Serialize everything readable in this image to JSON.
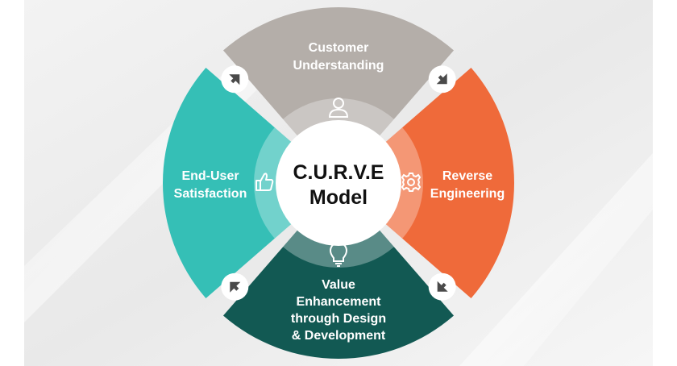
{
  "center": {
    "line1": "C.U.R.V.E",
    "line2": "Model"
  },
  "segments": {
    "top": {
      "line1": "Customer",
      "line2": "Understanding",
      "color": "#b4aea9",
      "icon": "user-icon"
    },
    "right": {
      "line1": "Reverse",
      "line2": "Engineering",
      "color": "#ef6a3a",
      "icon": "gear-icon"
    },
    "bottom": {
      "line1": "Value",
      "line2": "Enhancement",
      "line3": "through Design",
      "line4": "& Development",
      "color": "#125953",
      "icon": "lightbulb-icon"
    },
    "left": {
      "line1": "End-User",
      "line2": "Satisfaction",
      "color": "#35bfb6",
      "icon": "thumbs-up-icon"
    }
  },
  "connectors": {
    "color": "#ffffff",
    "icon": "arrow-corner-icon"
  }
}
